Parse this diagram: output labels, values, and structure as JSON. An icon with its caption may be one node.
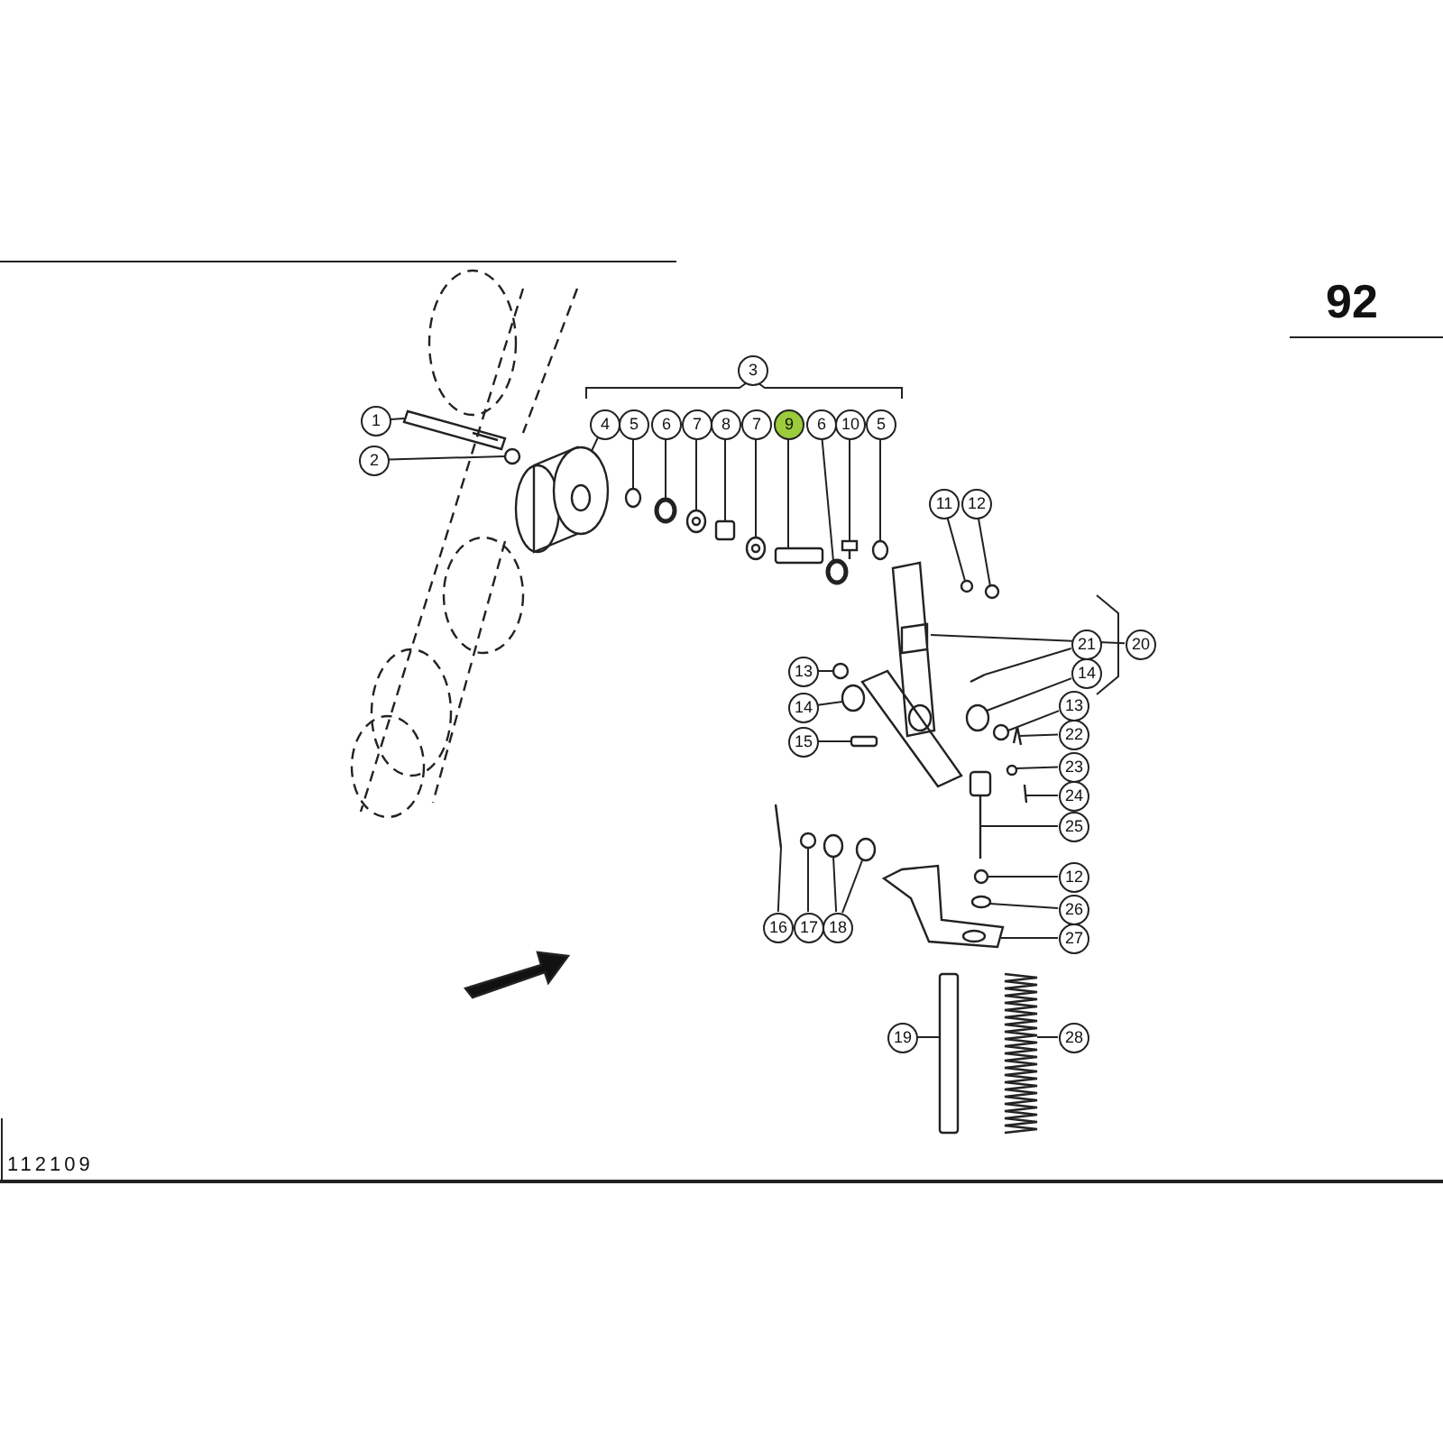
{
  "diagram": {
    "nodes": [
      {
        "text": [
          "1"
        ]
      },
      {
        "text": [
          "2"
        ]
      },
      {
        "text": [
          "3"
        ]
      },
      {
        "text": [
          "4"
        ]
      },
      {
        "text": [
          "5"
        ]
      },
      {
        "text": [
          "6"
        ]
      },
      {
        "text": [
          "7"
        ]
      },
      {
        "text": [
          "8"
        ]
      },
      {
        "text": [
          "7"
        ]
      },
      {
        "text": [
          "9"
        ]
      },
      {
        "text": [
          "6"
        ]
      },
      {
        "text": [
          "10"
        ]
      },
      {
        "text": [
          "5"
        ]
      },
      {
        "text": [
          "11"
        ]
      },
      {
        "text": [
          "12"
        ]
      },
      {
        "text": [
          "20"
        ]
      },
      {
        "text": [
          "21"
        ]
      },
      {
        "text": [
          "13"
        ]
      },
      {
        "text": [
          "14"
        ]
      },
      {
        "text": [
          "14"
        ]
      },
      {
        "text": [
          "13"
        ]
      },
      {
        "text": [
          "22"
        ]
      },
      {
        "text": [
          "15"
        ]
      },
      {
        "text": [
          "23"
        ]
      },
      {
        "text": [
          "24"
        ]
      },
      {
        "text": [
          "25"
        ]
      },
      {
        "text": [
          "12"
        ]
      },
      {
        "text": [
          "26"
        ]
      },
      {
        "text": [
          "16"
        ]
      },
      {
        "text": [
          "17"
        ]
      },
      {
        "text": [
          "18"
        ]
      },
      {
        "text": [
          "27"
        ]
      },
      {
        "text": [
          "19"
        ]
      },
      {
        "text": [
          "28"
        ]
      },
      {
        "text": [],
        "shape": "picture"
      },
      {
        "text": [],
        "shape": "circle"
      },
      {
        "text": [],
        "shape": "picture"
      },
      {
        "text": [],
        "shape": "circle"
      },
      {
        "text": [],
        "shape": "circle"
      },
      {
        "text": [],
        "shape": "picture"
      },
      {
        "text": [],
        "shape": "box"
      },
      {
        "text": [],
        "shape": "picture"
      },
      {
        "text": [],
        "shape": "box"
      },
      {
        "text": [],
        "shape": "circle"
      },
      {
        "text": [],
        "shape": "picture"
      },
      {
        "text": [],
        "shape": "circle"
      },
      {
        "text": [],
        "shape": "circle"
      },
      {
        "text": [],
        "shape": "circle"
      },
      {
        "text": [],
        "shape": "picture"
      },
      {
        "text": [],
        "shape": "picture"
      },
      {
        "text": [],
        "shape": "circle"
      },
      {
        "text": [],
        "shape": "circle"
      },
      {
        "text": [],
        "shape": "circle"
      },
      {
        "text": [],
        "shape": "circle"
      },
      {
        "text": [],
        "shape": "picture"
      },
      {
        "text": [],
        "shape": "box"
      },
      {
        "text": [],
        "shape": "circle"
      },
      {
        "text": [],
        "shape": "picture"
      },
      {
        "text": [],
        "shape": "picture"
      },
      {
        "text": [],
        "shape": "circle"
      },
      {
        "text": [],
        "shape": "circle"
      },
      {
        "text": [],
        "shape": "picture"
      },
      {
        "text": [],
        "shape": "circle"
      },
      {
        "text": [],
        "shape": "circle"
      },
      {
        "text": [],
        "shape": "circle"
      },
      {
        "text": [],
        "shape": "picture"
      },
      {
        "text": [],
        "shape": "box"
      },
      {
        "text": [],
        "shape": "picture"
      }
    ],
    "edges": [
      {
        "from": 0,
        "to": 34,
        "arrow": "none"
      },
      {
        "from": 1,
        "to": 35,
        "arrow": "none"
      },
      {
        "from": 3,
        "to": 36,
        "arrow": "none"
      },
      {
        "from": 4,
        "to": 37,
        "arrow": "none"
      },
      {
        "from": 5,
        "to": 38,
        "arrow": "none"
      },
      {
        "from": 6,
        "to": 39,
        "arrow": "none"
      },
      {
        "from": 7,
        "to": 40,
        "arrow": "none"
      },
      {
        "from": 8,
        "to": 41,
        "arrow": "none"
      },
      {
        "from": 9,
        "to": 42,
        "arrow": "none"
      },
      {
        "from": 10,
        "to": 43,
        "arrow": "none"
      },
      {
        "from": 11,
        "to": 44,
        "arrow": "none"
      },
      {
        "from": 12,
        "to": 45,
        "arrow": "none"
      },
      {
        "from": 13,
        "to": 46,
        "arrow": "none"
      },
      {
        "from": 14,
        "to": 47,
        "arrow": "none"
      },
      {
        "from": 15,
        "to": 48,
        "arrow": "none"
      },
      {
        "from": 16,
        "to": 49,
        "arrow": "none"
      },
      {
        "from": 17,
        "to": 50,
        "arrow": "none"
      },
      {
        "from": 18,
        "to": 51,
        "arrow": "none"
      },
      {
        "from": 19,
        "to": 52,
        "arrow": "none"
      },
      {
        "from": 20,
        "to": 53,
        "arrow": "none"
      },
      {
        "from": 21,
        "to": 54,
        "arrow": "none"
      },
      {
        "from": 22,
        "to": 55,
        "arrow": "none"
      },
      {
        "from": 23,
        "to": 56,
        "arrow": "none"
      },
      {
        "from": 24,
        "to": 57,
        "arrow": "none"
      },
      {
        "from": 25,
        "to": 58,
        "arrow": "none"
      },
      {
        "from": 26,
        "to": 59,
        "arrow": "none"
      },
      {
        "from": 27,
        "to": 60,
        "arrow": "none"
      },
      {
        "from": 28,
        "to": 61,
        "arrow": "none"
      },
      {
        "from": 29,
        "to": 62,
        "arrow": "none"
      },
      {
        "from": 30,
        "to": 63,
        "arrow": "none"
      },
      {
        "from": 30,
        "to": 64,
        "arrow": "none"
      },
      {
        "from": 31,
        "to": 65,
        "arrow": "none"
      },
      {
        "from": 32,
        "to": 66,
        "arrow": "none"
      },
      {
        "from": 33,
        "to": 67,
        "arrow": "none"
      }
    ],
    "labels": [
      "92",
      "112109"
    ]
  }
}
